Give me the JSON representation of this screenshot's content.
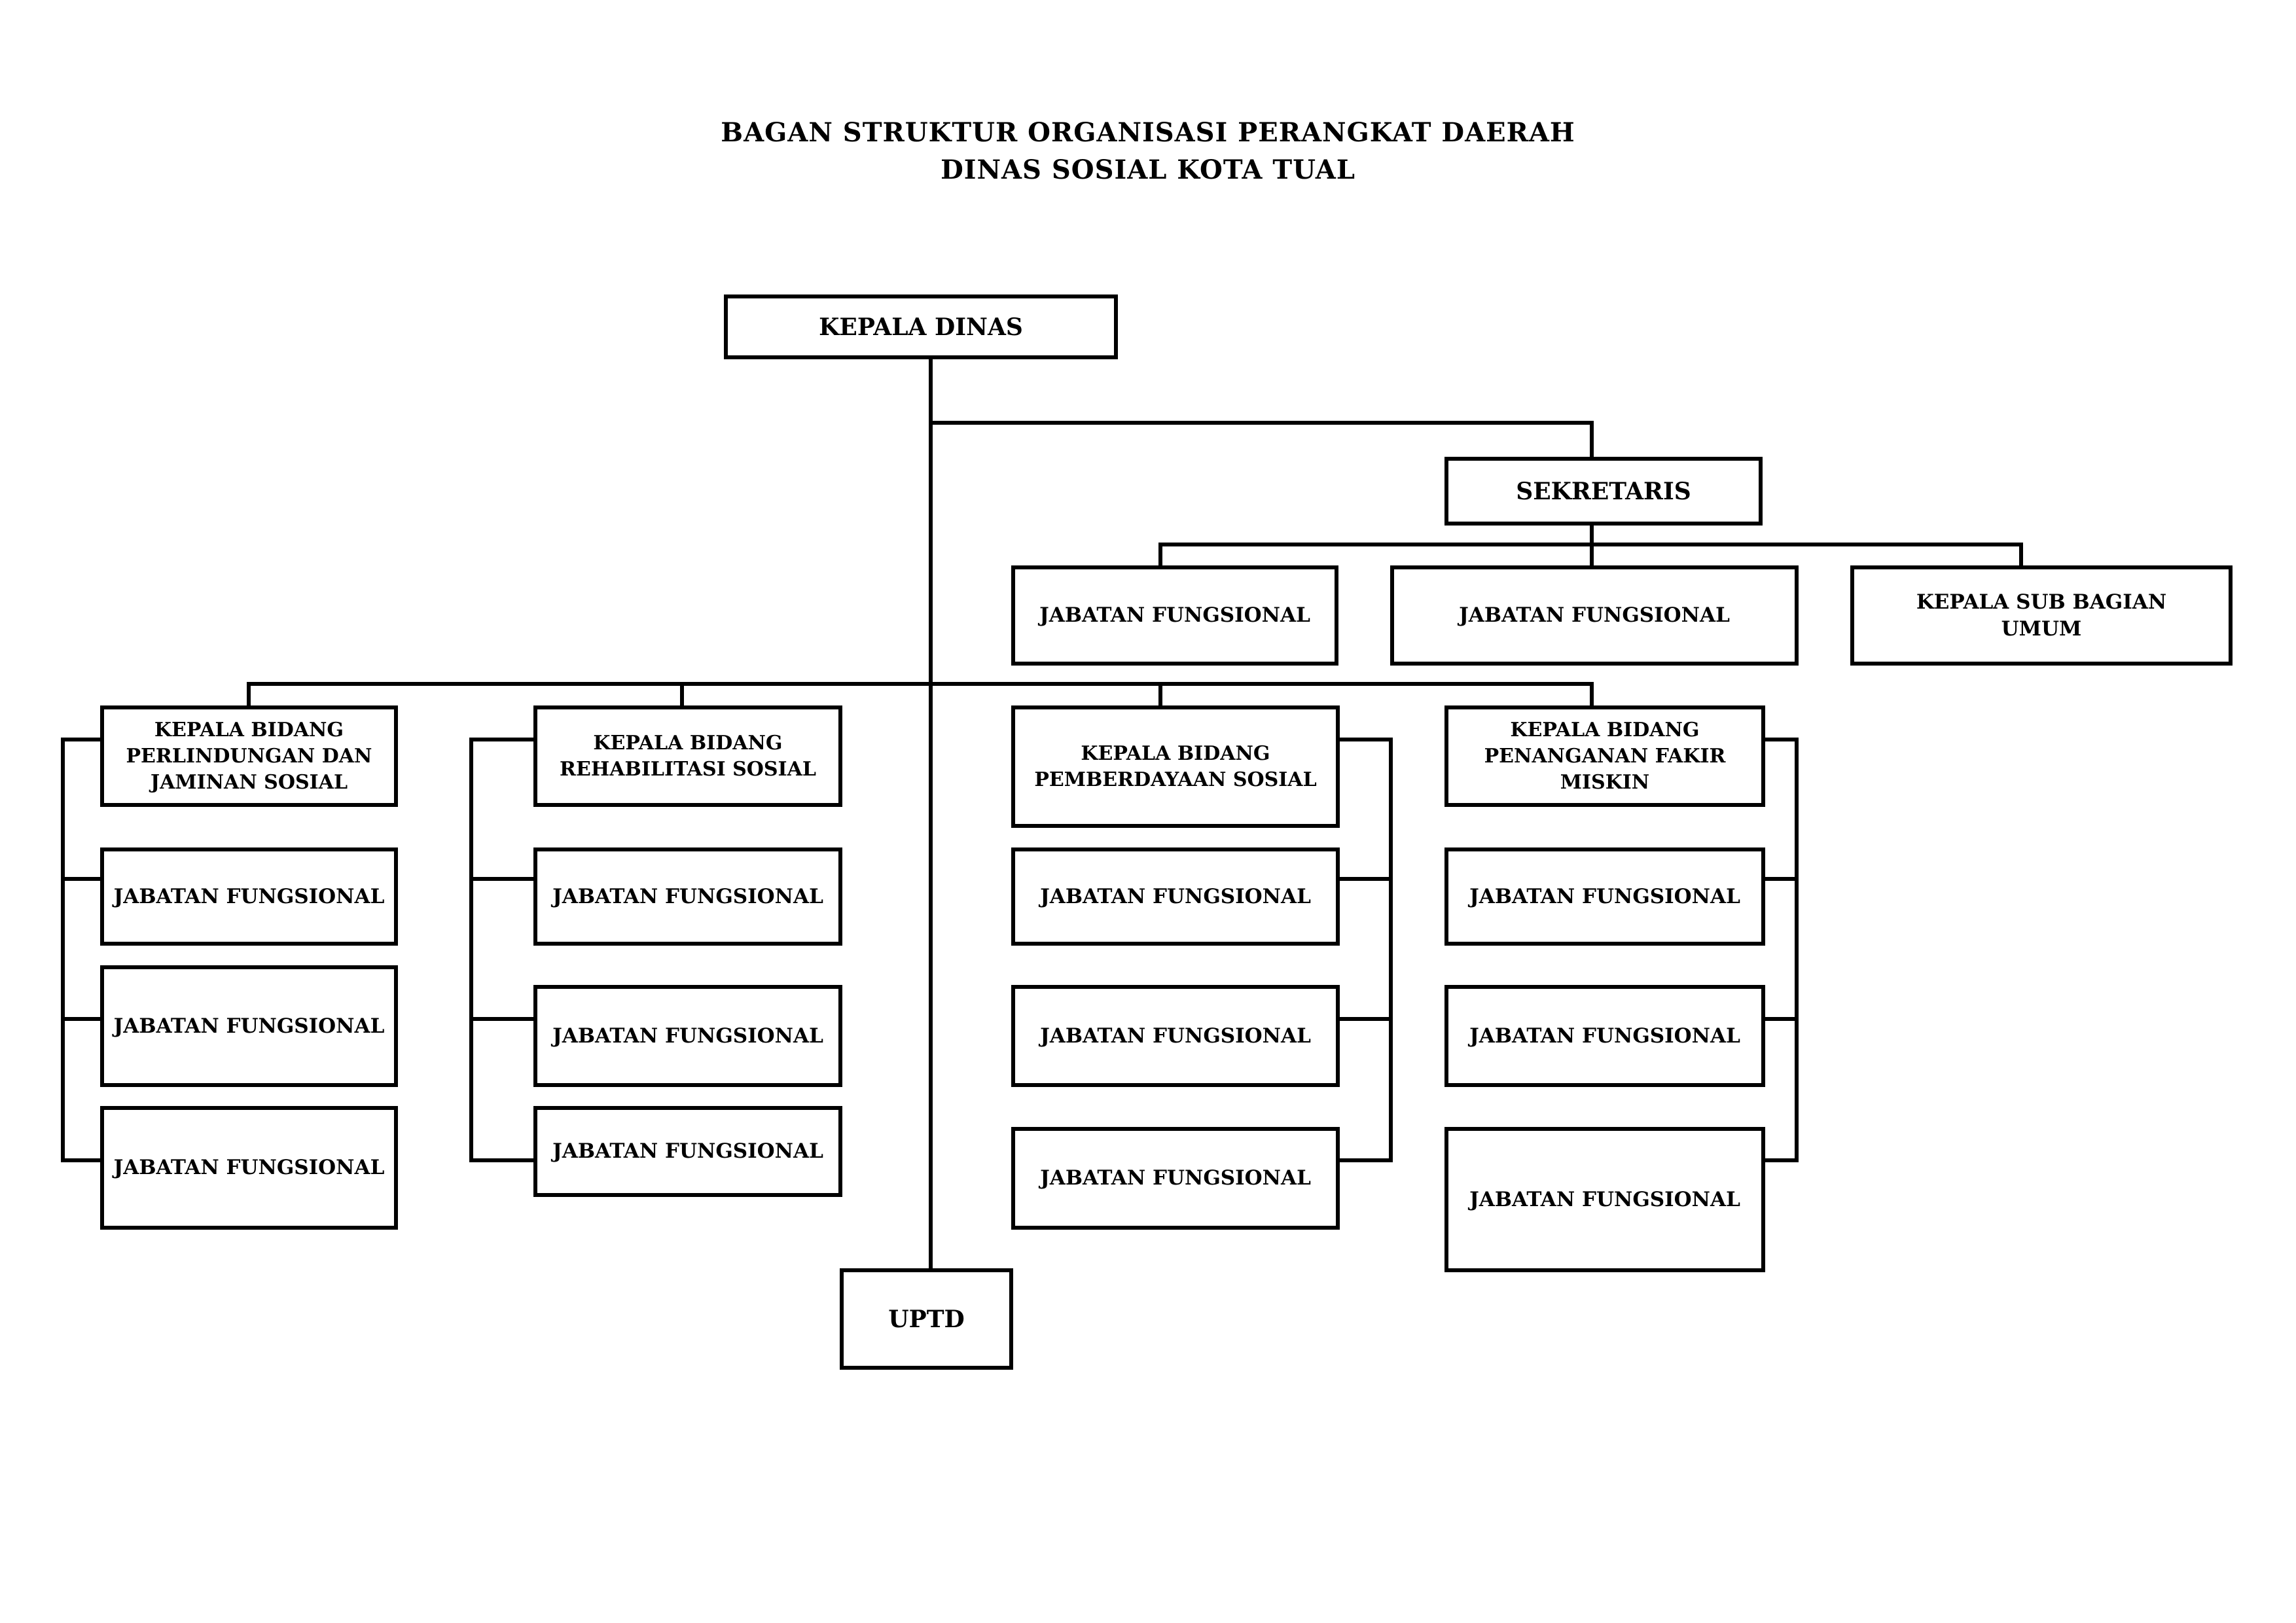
{
  "header": {
    "title_line1": "BAGAN STRUKTUR ORGANISASI PERANGKAT DAERAH",
    "title_line2": "DINAS SOSIAL KOTA TUAL"
  },
  "org": {
    "kepala_dinas": "KEPALA DINAS",
    "sekretaris": "SEKRETARIS",
    "uptd": "UPTD",
    "sekretariat_units": [
      "JABATAN FUNGSIONAL",
      "JABATAN FUNGSIONAL",
      "KEPALA SUB BAGIAN\nUMUM"
    ],
    "bidang": [
      {
        "head": "KEPALA BIDANG\nPERLINDUNGAN DAN\nJAMINAN SOSIAL",
        "units": [
          "JABATAN FUNGSIONAL",
          "JABATAN FUNGSIONAL",
          "JABATAN FUNGSIONAL"
        ]
      },
      {
        "head": "KEPALA BIDANG\nREHABILITASI SOSIAL",
        "units": [
          "JABATAN FUNGSIONAL",
          "JABATAN FUNGSIONAL",
          "JABATAN FUNGSIONAL"
        ]
      },
      {
        "head": "KEPALA BIDANG\nPEMBERDAYAAN SOSIAL",
        "units": [
          "JABATAN FUNGSIONAL",
          "JABATAN FUNGSIONAL",
          "JABATAN FUNGSIONAL"
        ]
      },
      {
        "head": "KEPALA BIDANG\nPENANGANAN FAKIR\nMISKIN",
        "units": [
          "JABATAN FUNGSIONAL",
          "JABATAN FUNGSIONAL",
          "JABATAN FUNGSIONAL"
        ]
      }
    ]
  }
}
